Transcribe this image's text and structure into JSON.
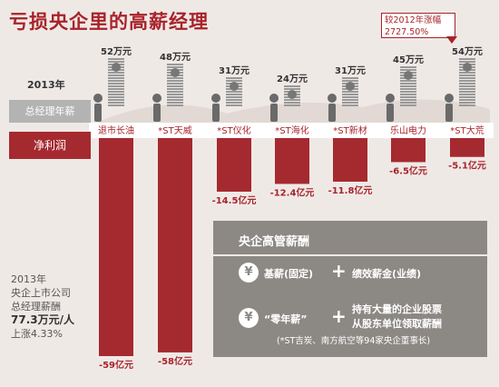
{
  "title": "亏损央企里的高薪经理",
  "legend": {
    "year": "2013年",
    "salary": "总经理年薪",
    "profit": "净利润"
  },
  "callout": {
    "line1": "较2012年涨幅",
    "line2": "2727.50%"
  },
  "summary": {
    "l1": "2013年",
    "l2": "央企上市公司",
    "l3": "总经理薪酬",
    "l4": "77.3万元/人",
    "l5": "上涨4.33%"
  },
  "panel": {
    "title": "央企高管薪酬",
    "yen": "¥",
    "plus": "+",
    "row1_a": "基薪(固定)",
    "row1_b": "绩效薪金(业绩)",
    "row2_a": "“零年薪”",
    "row2_b1": "持有大量的企业股票",
    "row2_b2": "从股东单位领取薪酬",
    "note": "(*ST吉炭、南方航空等94家央企董事长)"
  },
  "colors": {
    "accent": "#a8232a",
    "bar": "#a52a2f",
    "salary_stack": "#999999",
    "panel": "#8c8884"
  },
  "chart_data": {
    "type": "bar",
    "categories": [
      "退市长油",
      "*ST天威",
      "*ST仪化",
      "*ST海化",
      "*ST新材",
      "乐山电力",
      "*ST大荒"
    ],
    "series": [
      {
        "name": "总经理年薪",
        "unit": "万元",
        "values": [
          52,
          48,
          31,
          24,
          31,
          45,
          54
        ],
        "labels": [
          "52万元",
          "48万元",
          "31万元",
          "24万元",
          "31万元",
          "45万元",
          "54万元"
        ]
      },
      {
        "name": "净利润",
        "unit": "亿元",
        "values": [
          -59,
          -58,
          -14.5,
          -12.4,
          -11.8,
          -6.5,
          -5.1
        ],
        "labels": [
          "-59亿元",
          "-58亿元",
          "-14.5亿元",
          "-12.4亿元",
          "-11.8亿元",
          "-6.5亿元",
          "-5.1亿元"
        ]
      }
    ]
  }
}
